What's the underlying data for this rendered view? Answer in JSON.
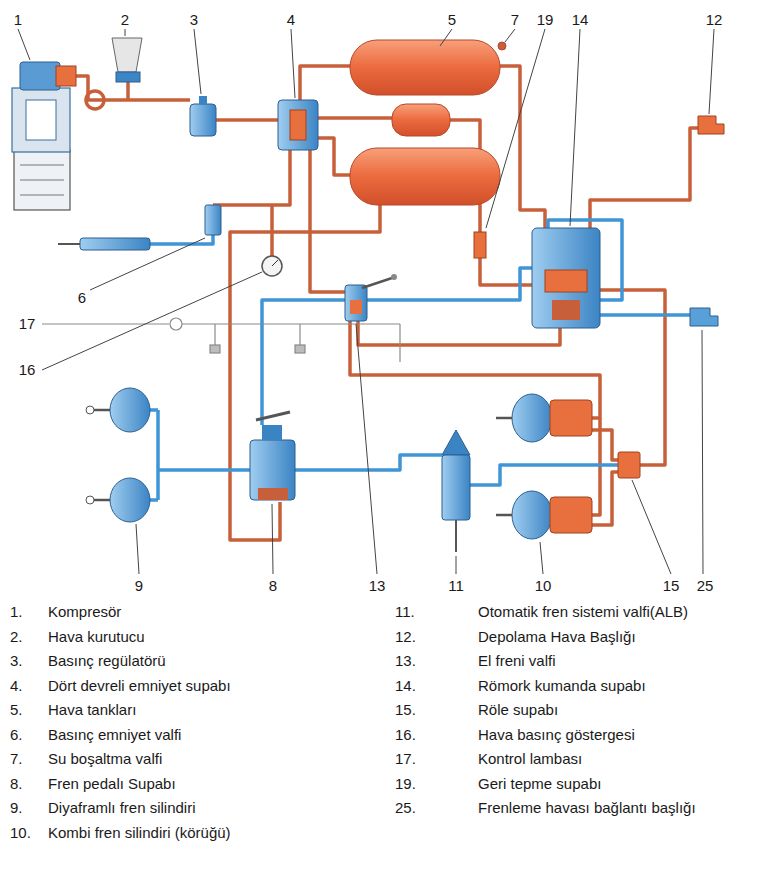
{
  "diagram": {
    "labels": [
      "1",
      "2",
      "3",
      "4",
      "5",
      "7",
      "19",
      "14",
      "12",
      "6",
      "17",
      "16",
      "9",
      "8",
      "13",
      "11",
      "10",
      "15",
      "25",
      "1.",
      "Kompresör",
      "2.",
      "Hava kurutucu",
      "3.",
      "Basınç regülatörü",
      "4.",
      "Dört devreli emniyet supabı",
      "5.",
      "Hava tankları",
      "6.",
      "Basınç emniyet valfi",
      "7.",
      "Su boşaltma valfi",
      "8.",
      "Fren pedalı Supabı",
      "9.",
      "Diyaframlı fren silindiri",
      "10.",
      "Kombi fren silindiri (körüğü)",
      "11.",
      "Otomatik fren sistemi valfi(ALB)",
      "12.",
      "Depolama Hava Başlığı",
      "13.",
      "El freni valfi",
      "14.",
      "Römork kumanda supabı",
      "15.",
      "Röle supabı",
      "16.",
      "Hava basınç göstergesi",
      "17.",
      "Kontrol lambası",
      "19.",
      "Geri tepme supabı",
      "25.",
      "Frenleme havası bağlantı başlığı"
    ]
  }
}
